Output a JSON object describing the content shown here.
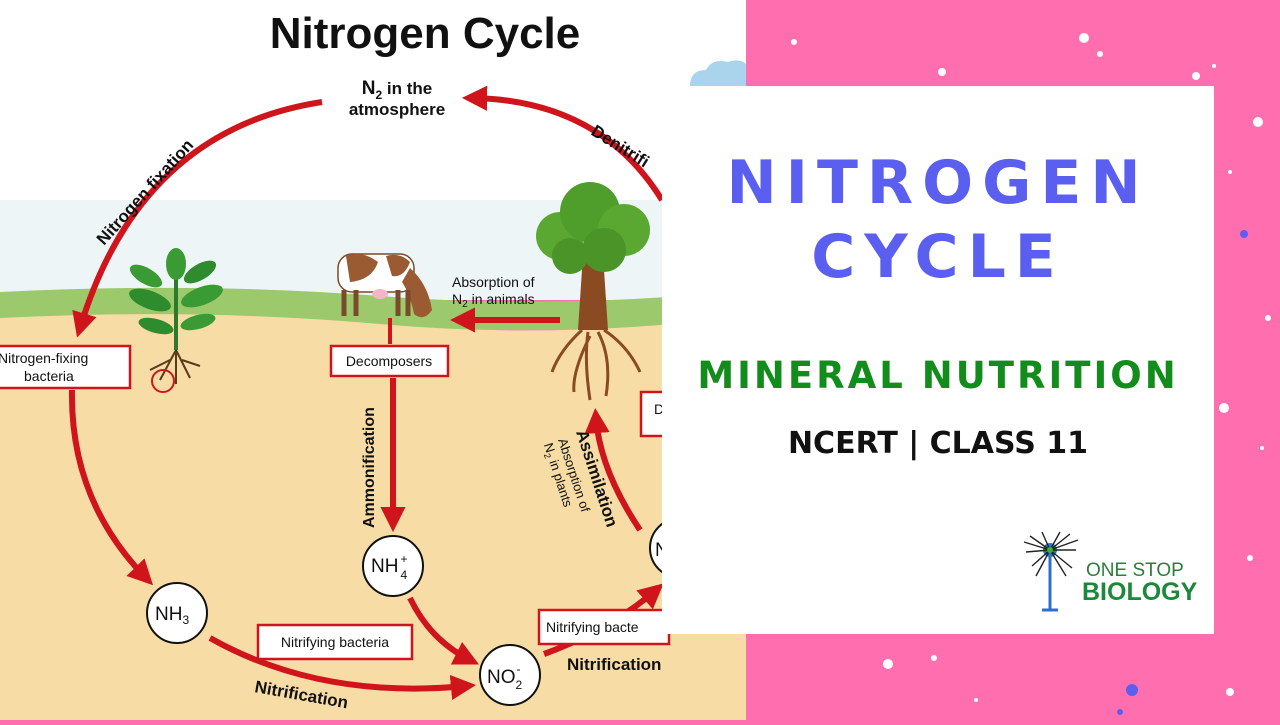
{
  "diagram": {
    "title": "Nitrogen Cycle",
    "atmosphere": {
      "n2": "N",
      "sub": "2",
      "line1": " in the",
      "line2": "atmosphere"
    },
    "nitrogen_fixation": "Nitrogen fixation",
    "denitrification": "Denitrifi",
    "fixing_bacteria": {
      "line1": "Nitrogen-fixing",
      "line2": "bacteria"
    },
    "absorption_animals": {
      "line1": "Absorption of",
      "n": "N",
      "sub": "2",
      "rest": " in animals"
    },
    "decomposers": "Decomposers",
    "ammonification": "Ammonification",
    "assimilation": "Assimilation",
    "absorption_plants": {
      "line1": "Absorption of",
      "n": "N",
      "sub": "2",
      "rest": " in plants"
    },
    "partial_box": "D",
    "nh4": {
      "base": "NH",
      "sup": "+",
      "sub": "4"
    },
    "nh3": {
      "base": "NH",
      "sub": "3"
    },
    "no2": {
      "base": "NO",
      "sup": "-",
      "sub": "2"
    },
    "partial_circle": "N",
    "nitrifying_1": "Nitrifying bacteria",
    "nitrifying_2": "Nitrifying bacte",
    "nitrification_1": "Nitrification",
    "nitrification_2": "Nitrification"
  },
  "card": {
    "title_line1": "NITROGEN",
    "title_line2": "CYCLE",
    "subtitle": "MINERAL NUTRITION",
    "class_label": "NCERT | CLASS 11",
    "logo_line1": "ONE STOP",
    "logo_line2": "BIOLOGY"
  },
  "colors": {
    "pink": "#ff6fb0",
    "title_blue": "#5b5ff0",
    "subtitle_green": "#128c1a",
    "arrow_red": "#d0141c",
    "soil": "#f7dca6",
    "grass": "#9cc96b"
  }
}
